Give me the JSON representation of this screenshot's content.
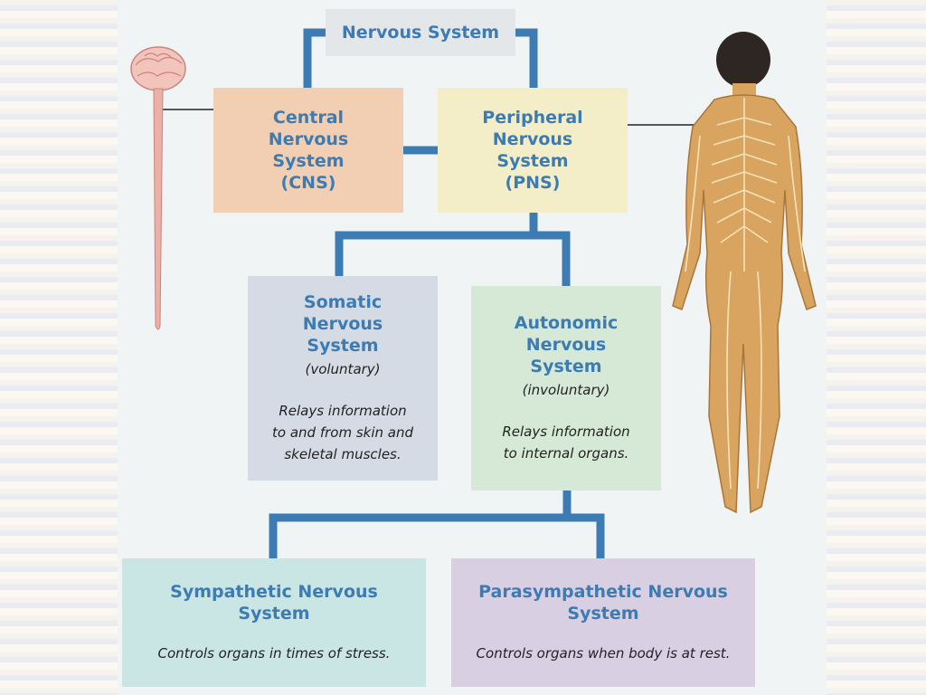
{
  "nodes": {
    "nervous_system": {
      "title": "Nervous System"
    },
    "cns": {
      "title_lines": [
        "Central",
        "Nervous",
        "System",
        "(CNS)"
      ]
    },
    "pns": {
      "title_lines": [
        "Peripheral",
        "Nervous",
        "System",
        "(PNS)"
      ]
    },
    "somatic": {
      "title_lines": [
        "Somatic",
        "Nervous",
        "System"
      ],
      "qualifier": "(voluntary)",
      "desc_lines": [
        "Relays information",
        "to and from skin and",
        "skeletal muscles."
      ]
    },
    "autonomic": {
      "title_lines": [
        "Autonomic",
        "Nervous",
        "System"
      ],
      "qualifier": "(involuntary)",
      "desc_lines": [
        "Relays information",
        "to internal organs."
      ]
    },
    "sympathetic": {
      "title_lines": [
        "Sympathetic Nervous",
        "System"
      ],
      "desc": "Controls organs in times of stress."
    },
    "parasympathetic": {
      "title_lines": [
        "Parasympathetic Nervous",
        "System"
      ],
      "desc": "Controls organs when body is at rest."
    }
  },
  "colors": {
    "connector": "#3d7bb3",
    "title_text": "#3d7bb3",
    "cns_fill": "#f2cfb2",
    "pns_fill": "#f4eec8",
    "somatic_fill": "#d4dbe5",
    "autonomic_fill": "#d6e8d6",
    "sympathetic_fill": "#c9e5e4",
    "parasympathetic_fill": "#d8cfe3",
    "body_skin": "#d9a460",
    "spinal_cord": "#e9a6a2"
  },
  "illustrations": {
    "left": "brain-and-spinal-cord",
    "right": "human-body-nerves"
  }
}
